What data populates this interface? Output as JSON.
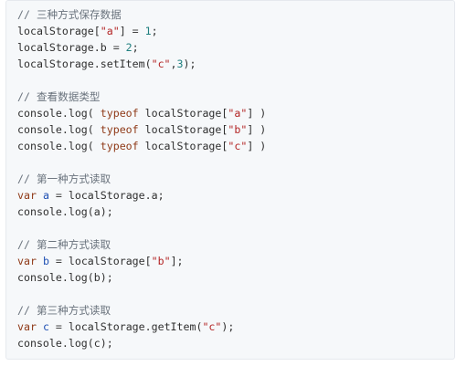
{
  "code_block": {
    "lines": [
      {
        "segments": [
          {
            "t": "comment",
            "v": "// 三种方式保存数据"
          }
        ]
      },
      {
        "segments": [
          {
            "t": "plain",
            "v": "localStorage["
          },
          {
            "t": "str",
            "v": "\"a\""
          },
          {
            "t": "plain",
            "v": "] "
          },
          {
            "t": "op",
            "v": "="
          },
          {
            "t": "plain",
            "v": " "
          },
          {
            "t": "num",
            "v": "1"
          },
          {
            "t": "plain",
            "v": ";"
          }
        ]
      },
      {
        "segments": [
          {
            "t": "plain",
            "v": "localStorage.b "
          },
          {
            "t": "op",
            "v": "="
          },
          {
            "t": "plain",
            "v": " "
          },
          {
            "t": "num",
            "v": "2"
          },
          {
            "t": "plain",
            "v": ";"
          }
        ]
      },
      {
        "segments": [
          {
            "t": "plain",
            "v": "localStorage.setItem("
          },
          {
            "t": "str",
            "v": "\"c\""
          },
          {
            "t": "plain",
            "v": ","
          },
          {
            "t": "num",
            "v": "3"
          },
          {
            "t": "plain",
            "v": ");"
          }
        ]
      },
      {
        "segments": []
      },
      {
        "segments": [
          {
            "t": "comment",
            "v": "// 查看数据类型"
          }
        ]
      },
      {
        "segments": [
          {
            "t": "plain",
            "v": "console.log( "
          },
          {
            "t": "kw",
            "v": "typeof"
          },
          {
            "t": "plain",
            "v": " localStorage["
          },
          {
            "t": "str",
            "v": "\"a\""
          },
          {
            "t": "plain",
            "v": "] )"
          }
        ]
      },
      {
        "segments": [
          {
            "t": "plain",
            "v": "console.log( "
          },
          {
            "t": "kw",
            "v": "typeof"
          },
          {
            "t": "plain",
            "v": " localStorage["
          },
          {
            "t": "str",
            "v": "\"b\""
          },
          {
            "t": "plain",
            "v": "] )"
          }
        ]
      },
      {
        "segments": [
          {
            "t": "plain",
            "v": "console.log( "
          },
          {
            "t": "kw",
            "v": "typeof"
          },
          {
            "t": "plain",
            "v": " localStorage["
          },
          {
            "t": "str",
            "v": "\"c\""
          },
          {
            "t": "plain",
            "v": "] )"
          }
        ]
      },
      {
        "segments": []
      },
      {
        "segments": [
          {
            "t": "comment",
            "v": "// 第一种方式读取"
          }
        ]
      },
      {
        "segments": [
          {
            "t": "kw",
            "v": "var"
          },
          {
            "t": "plain",
            "v": " "
          },
          {
            "t": "var",
            "v": "a"
          },
          {
            "t": "plain",
            "v": " "
          },
          {
            "t": "op",
            "v": "="
          },
          {
            "t": "plain",
            "v": " localStorage.a;"
          }
        ]
      },
      {
        "segments": [
          {
            "t": "plain",
            "v": "console.log(a);"
          }
        ]
      },
      {
        "segments": []
      },
      {
        "segments": [
          {
            "t": "comment",
            "v": "// 第二种方式读取"
          }
        ]
      },
      {
        "segments": [
          {
            "t": "kw",
            "v": "var"
          },
          {
            "t": "plain",
            "v": " "
          },
          {
            "t": "var",
            "v": "b"
          },
          {
            "t": "plain",
            "v": " "
          },
          {
            "t": "op",
            "v": "="
          },
          {
            "t": "plain",
            "v": " localStorage["
          },
          {
            "t": "str",
            "v": "\"b\""
          },
          {
            "t": "plain",
            "v": "];"
          }
        ]
      },
      {
        "segments": [
          {
            "t": "plain",
            "v": "console.log(b);"
          }
        ]
      },
      {
        "segments": []
      },
      {
        "segments": [
          {
            "t": "comment",
            "v": "// 第三种方式读取"
          }
        ]
      },
      {
        "segments": [
          {
            "t": "kw",
            "v": "var"
          },
          {
            "t": "plain",
            "v": " "
          },
          {
            "t": "var",
            "v": "c"
          },
          {
            "t": "plain",
            "v": " "
          },
          {
            "t": "op",
            "v": "="
          },
          {
            "t": "plain",
            "v": " localStorage.getItem("
          },
          {
            "t": "str",
            "v": "\"c\""
          },
          {
            "t": "plain",
            "v": ");"
          }
        ]
      },
      {
        "segments": [
          {
            "t": "plain",
            "v": "console.log(c);"
          }
        ]
      }
    ]
  }
}
